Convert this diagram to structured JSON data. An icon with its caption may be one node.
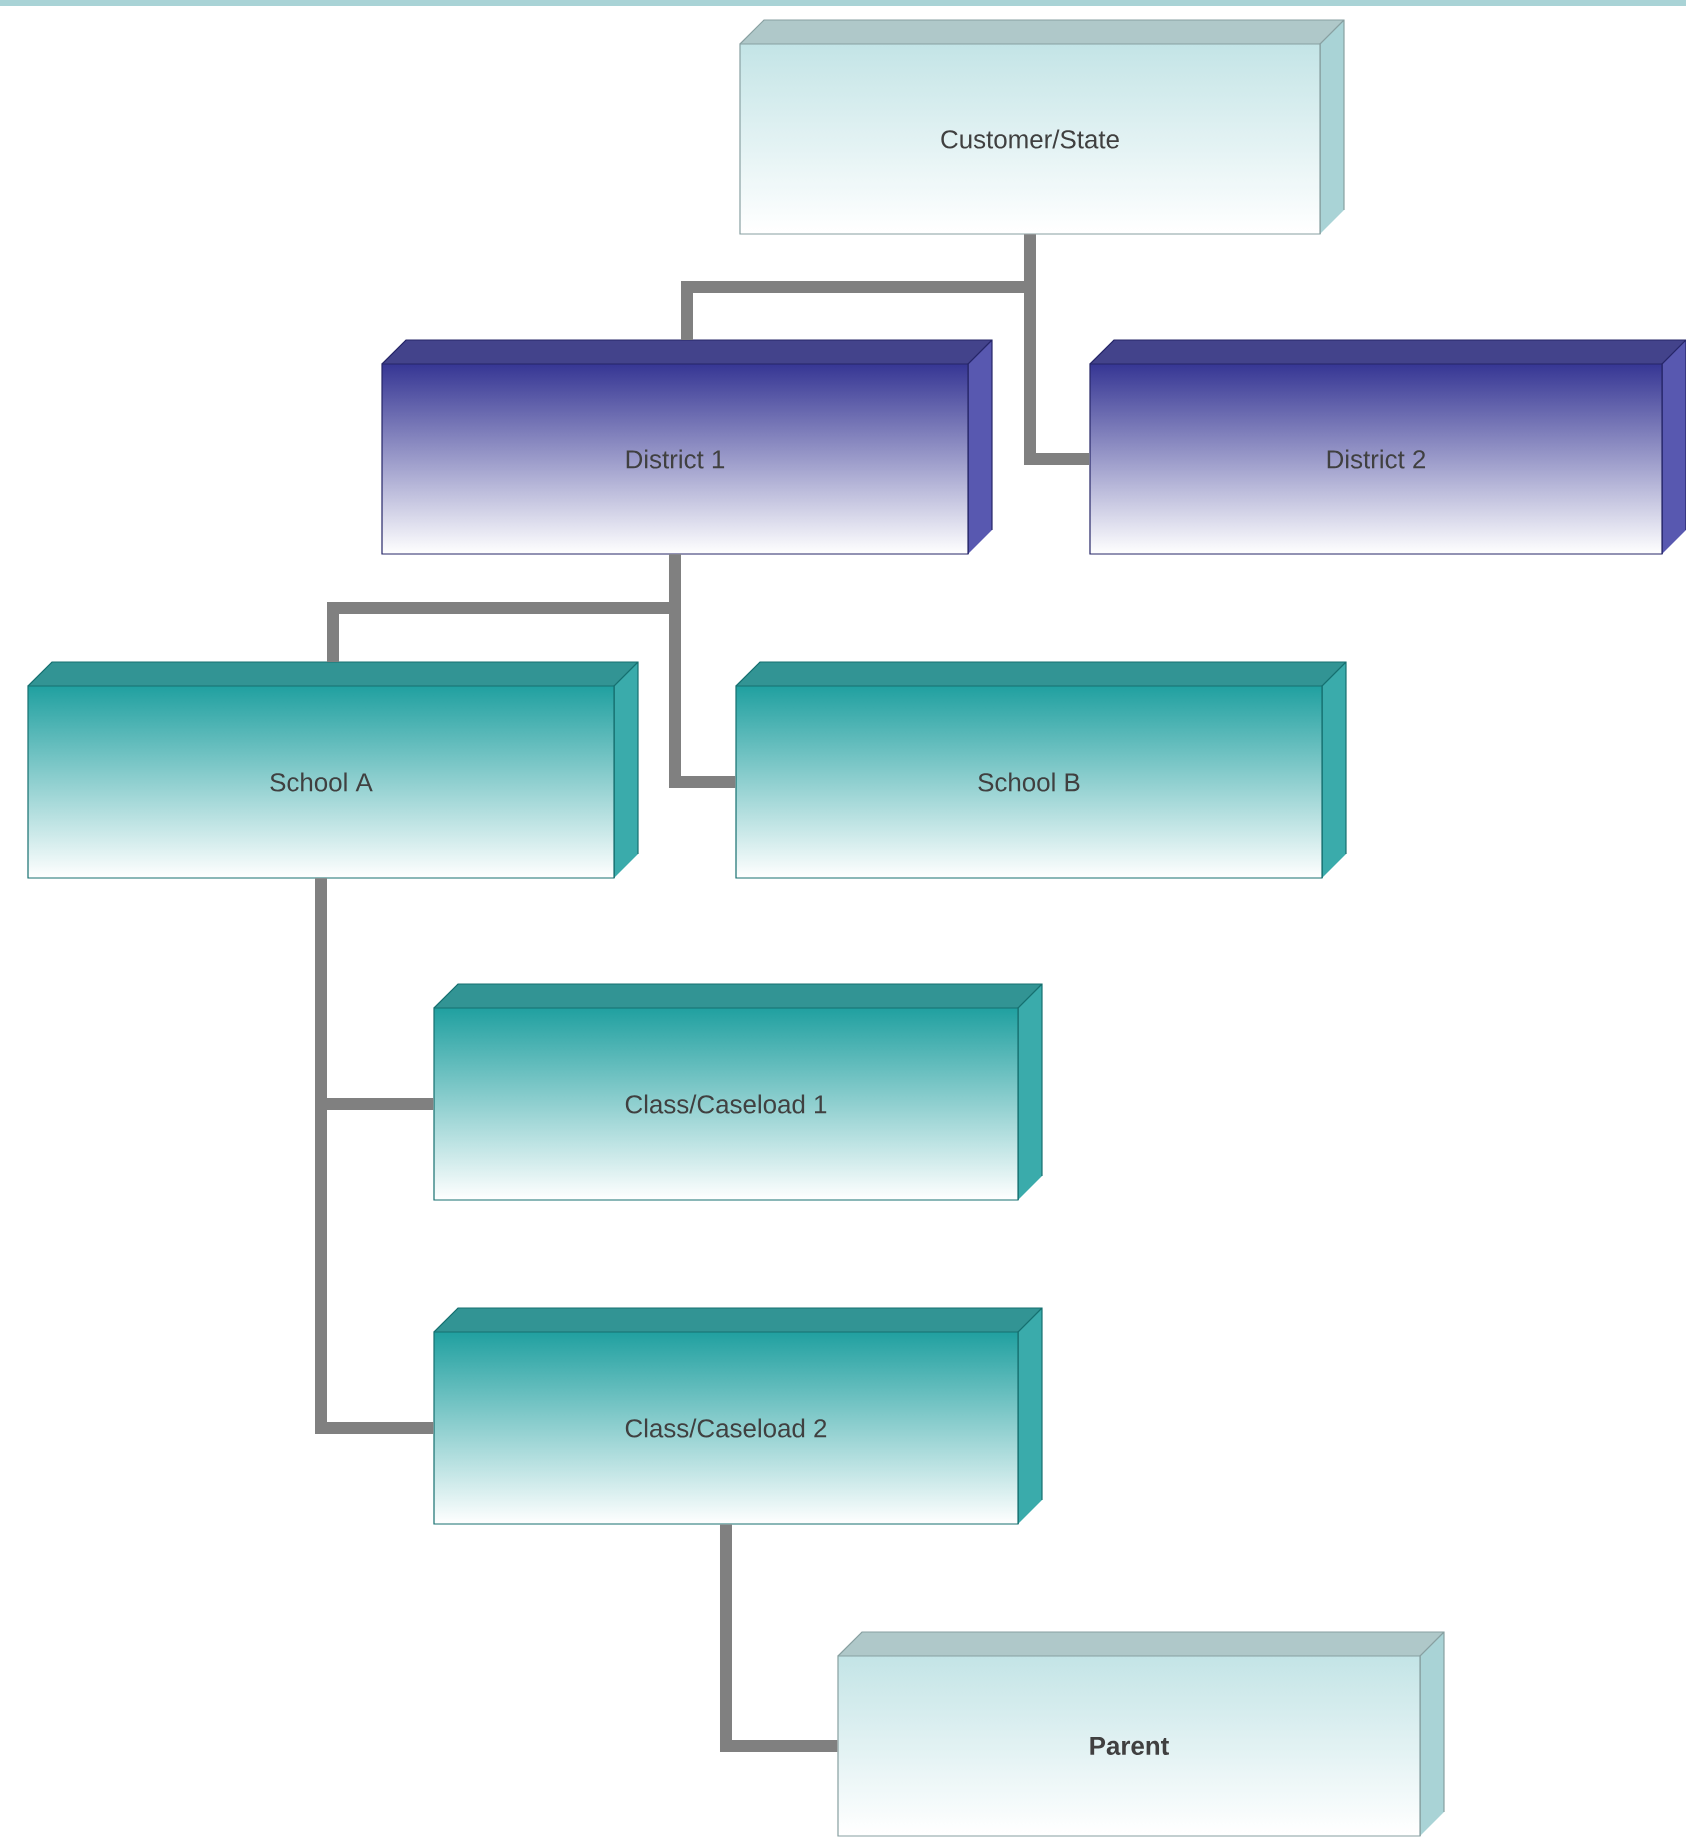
{
  "diagram": {
    "nodes": [
      {
        "text": [
          "Customer/State"
        ]
      },
      {
        "text": [
          "District 1"
        ]
      },
      {
        "text": [
          "District 2"
        ]
      },
      {
        "text": [
          "School A"
        ]
      },
      {
        "text": [
          "School B"
        ]
      },
      {
        "text": [
          "Class/Caseload 1"
        ]
      },
      {
        "text": [
          "Class/Caseload 2"
        ]
      },
      {
        "text": [
          "Parent"
        ]
      }
    ],
    "edges": [
      {
        "from": 0,
        "to": 1,
        "arrow": "none"
      },
      {
        "from": 0,
        "to": 2,
        "arrow": "none"
      },
      {
        "from": 1,
        "to": 3,
        "arrow": "none"
      },
      {
        "from": 1,
        "to": 4,
        "arrow": "none"
      },
      {
        "from": 3,
        "to": 5,
        "arrow": "none"
      },
      {
        "from": 3,
        "to": 6,
        "arrow": "none"
      },
      {
        "from": 6,
        "to": 7,
        "arrow": "none"
      }
    ]
  }
}
